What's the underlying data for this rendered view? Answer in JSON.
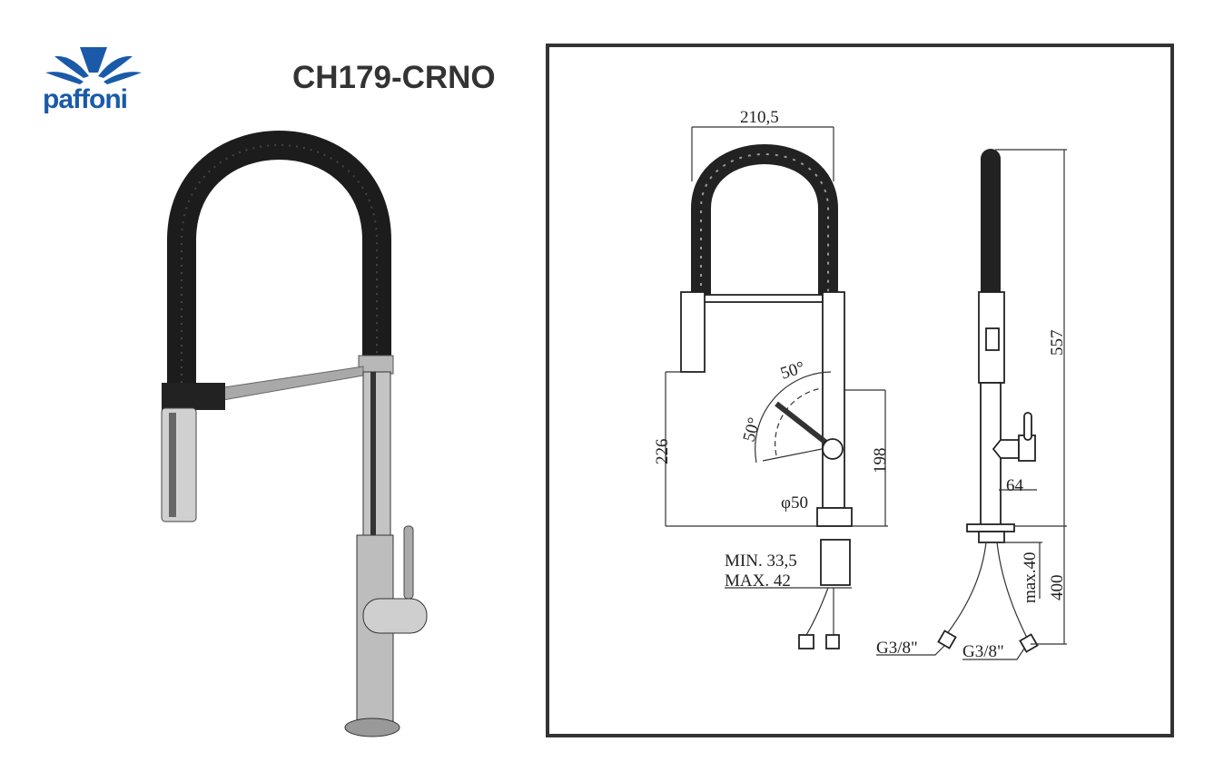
{
  "brand": {
    "logo_text": "paffoni",
    "color": "#1a5aa8"
  },
  "model_code": "CH179-CRNO",
  "drawing": {
    "front_view": {
      "width_dim": "210,5",
      "angle_top": "50°",
      "angle_side": "50°",
      "height_spout": "226",
      "height_lever": "198",
      "base_diameter": "φ50",
      "min_thickness": "MIN. 33,5",
      "max_thickness": "MAX. 42"
    },
    "side_view": {
      "total_height": "557",
      "lever_offset": "64",
      "max_depth": "max.40",
      "hose_length": "400",
      "connector_left": "G3/8\"",
      "connector_right": "G3/8\""
    }
  }
}
